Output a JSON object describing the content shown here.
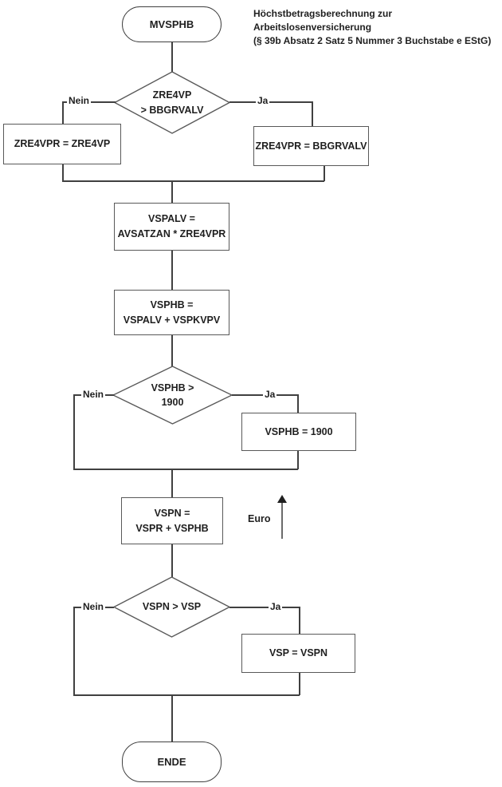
{
  "title": {
    "line1": "Höchstbetragsberechnung zur",
    "line2": "Arbeitslosenversicherung",
    "line3": "(§ 39b Absatz 2 Satz 5 Nummer 3 Buchstabe e EStG)"
  },
  "nodes": {
    "start": "MVSPHB",
    "decision_zre4vp": {
      "line1": "ZRE4VP",
      "line2": "> BBGRVALV"
    },
    "box_zre4vpr_zre4vp": "ZRE4VPR = ZRE4VP",
    "box_zre4vpr_bbgrvalv": "ZRE4VPR = BBGRVALV",
    "box_vspalv": {
      "line1": "VSPALV =",
      "line2": "AVSATZAN * ZRE4VPR"
    },
    "box_vsphb": {
      "line1": "VSPHB =",
      "line2": "VSPALV + VSPKVPV"
    },
    "decision_vsphb_1900": {
      "line1": "VSPHB >",
      "line2": "1900"
    },
    "box_vsphb_1900": "VSPHB = 1900",
    "box_vspn": {
      "line1": "VSPN =",
      "line2": "VSPR + VSPHB"
    },
    "decision_vspn_vsp": {
      "line1": "VSPN > VSP"
    },
    "box_vsp_vspn": "VSP = VSPN",
    "end": "ENDE"
  },
  "labels": {
    "no": "Nein",
    "yes": "Ja",
    "euro": "Euro"
  },
  "colors": {
    "line": "#404040",
    "border": "#595959",
    "text": "#1f1f1f",
    "background": "#ffffff"
  }
}
